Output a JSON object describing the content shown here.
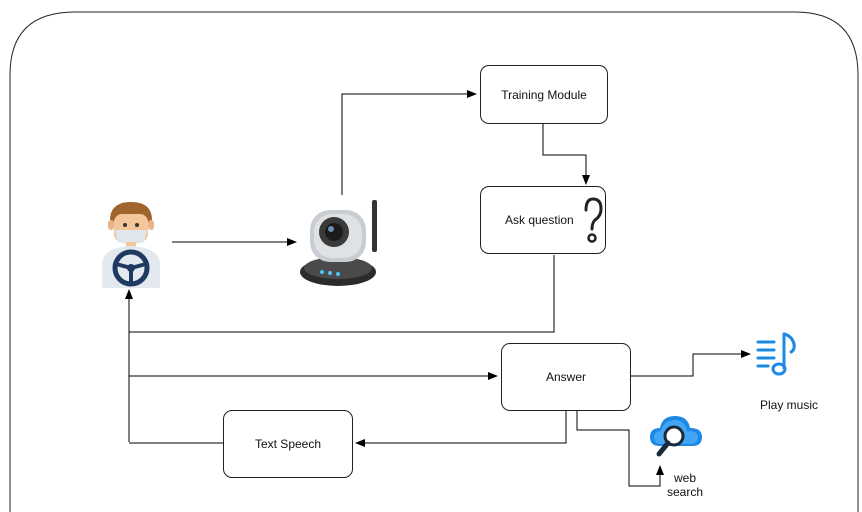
{
  "nodes": {
    "training_module": "Training Module",
    "ask_question": "Ask question",
    "answer": "Answer",
    "text_speech": "Text Speech",
    "play_music": "Play music",
    "web_search_line1": "web",
    "web_search_line2": "search"
  },
  "icons": {
    "driver": "driver-icon",
    "camera": "ip-camera-icon",
    "question": "question-mark-icon",
    "music": "music-playlist-icon",
    "web_search": "cloud-search-icon"
  },
  "colors": {
    "line": "#000000",
    "border": "#222222",
    "music_blue": "#1e88e5",
    "cloud_blue": "#1976d2"
  }
}
